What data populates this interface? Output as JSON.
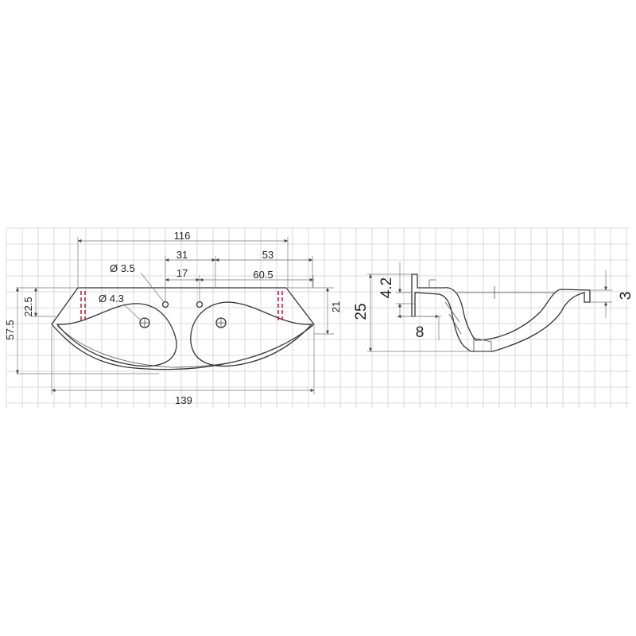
{
  "colors": {
    "grid": "#cfcfcf",
    "outline": "#333333",
    "dimension": "#555555",
    "marker": "#c8264a"
  },
  "top_view": {
    "overall_width": "116",
    "left_spacing": "31",
    "right_spacing": "53",
    "tap_spacing": "17",
    "right_offset": "60.5",
    "tap_hole": "Ø 3.5",
    "drain_hole": "Ø 4.3",
    "depth_left": "22.5",
    "total_depth": "57.5",
    "depth_right": "21",
    "bottom_width": "139"
  },
  "section_view": {
    "height": "25",
    "rim_height": "4.2",
    "wall": "8",
    "lip": "3"
  }
}
